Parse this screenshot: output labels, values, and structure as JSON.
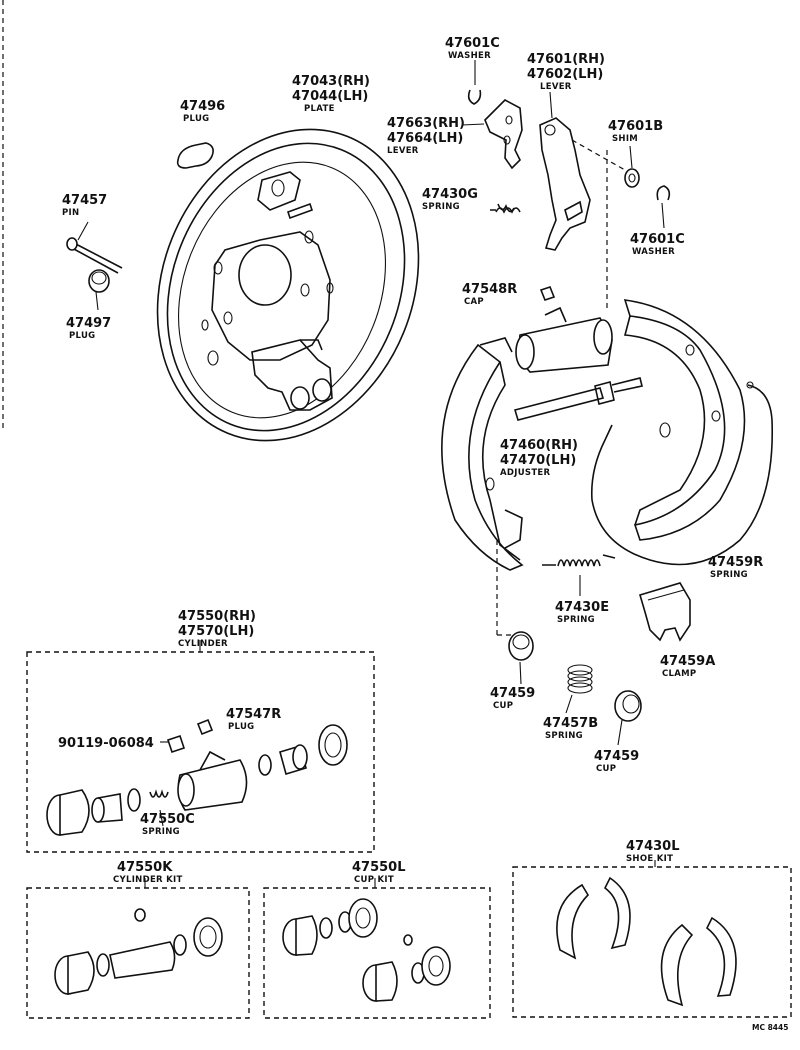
{
  "parts": {
    "washer_top": {
      "number": "47601C",
      "name": "WASHER"
    },
    "lever": {
      "number_rh": "47601(RH)",
      "number_lh": "47602(LH)",
      "name": "LEVER"
    },
    "lever2": {
      "number_rh": "47663(RH)",
      "number_lh": "47664(LH)",
      "name": "LEVER"
    },
    "plate": {
      "number_rh": "47043(RH)",
      "number_lh": "47044(LH)",
      "name": "PLATE"
    },
    "plug_top": {
      "number": "47496",
      "name": "PLUG"
    },
    "shim": {
      "number": "47601B",
      "name": "SHIM"
    },
    "spring_g": {
      "number": "47430G",
      "name": "SPRING"
    },
    "pin": {
      "number": "47457",
      "name": "PIN"
    },
    "washer_right": {
      "number": "47601C",
      "name": "WASHER"
    },
    "cap": {
      "number": "47548R",
      "name": "CAP"
    },
    "plug_left": {
      "number": "47497",
      "name": "PLUG"
    },
    "adjuster": {
      "number_rh": "47460(RH)",
      "number_lh": "47470(LH)",
      "name": "ADJUSTER"
    },
    "spring_r": {
      "number": "47459R",
      "name": "SPRING"
    },
    "spring_e": {
      "number": "47430E",
      "name": "SPRING"
    },
    "clamp": {
      "number": "47459A",
      "name": "CLAMP"
    },
    "cup_a": {
      "number": "47459",
      "name": "CUP"
    },
    "spring_b": {
      "number": "47457B",
      "name": "SPRING"
    },
    "cup_b": {
      "number": "47459",
      "name": "CUP"
    },
    "cylinder": {
      "number_rh": "47550(RH)",
      "number_lh": "47570(LH)",
      "name": "CYLINDER"
    },
    "plug_cyl": {
      "number": "47547R",
      "name": "PLUG"
    },
    "bleeder": {
      "number": "90119-06084"
    },
    "spring_c": {
      "number": "47550C",
      "name": "SPRING"
    },
    "cylinder_kit": {
      "number": "47550K",
      "name": "CYLINDER KIT"
    },
    "cup_kit": {
      "number": "47550L",
      "name": "CUP KIT"
    },
    "shoe_kit": {
      "number": "47430L",
      "name": "SHOE KIT"
    }
  },
  "ref_code": "MC 8445"
}
